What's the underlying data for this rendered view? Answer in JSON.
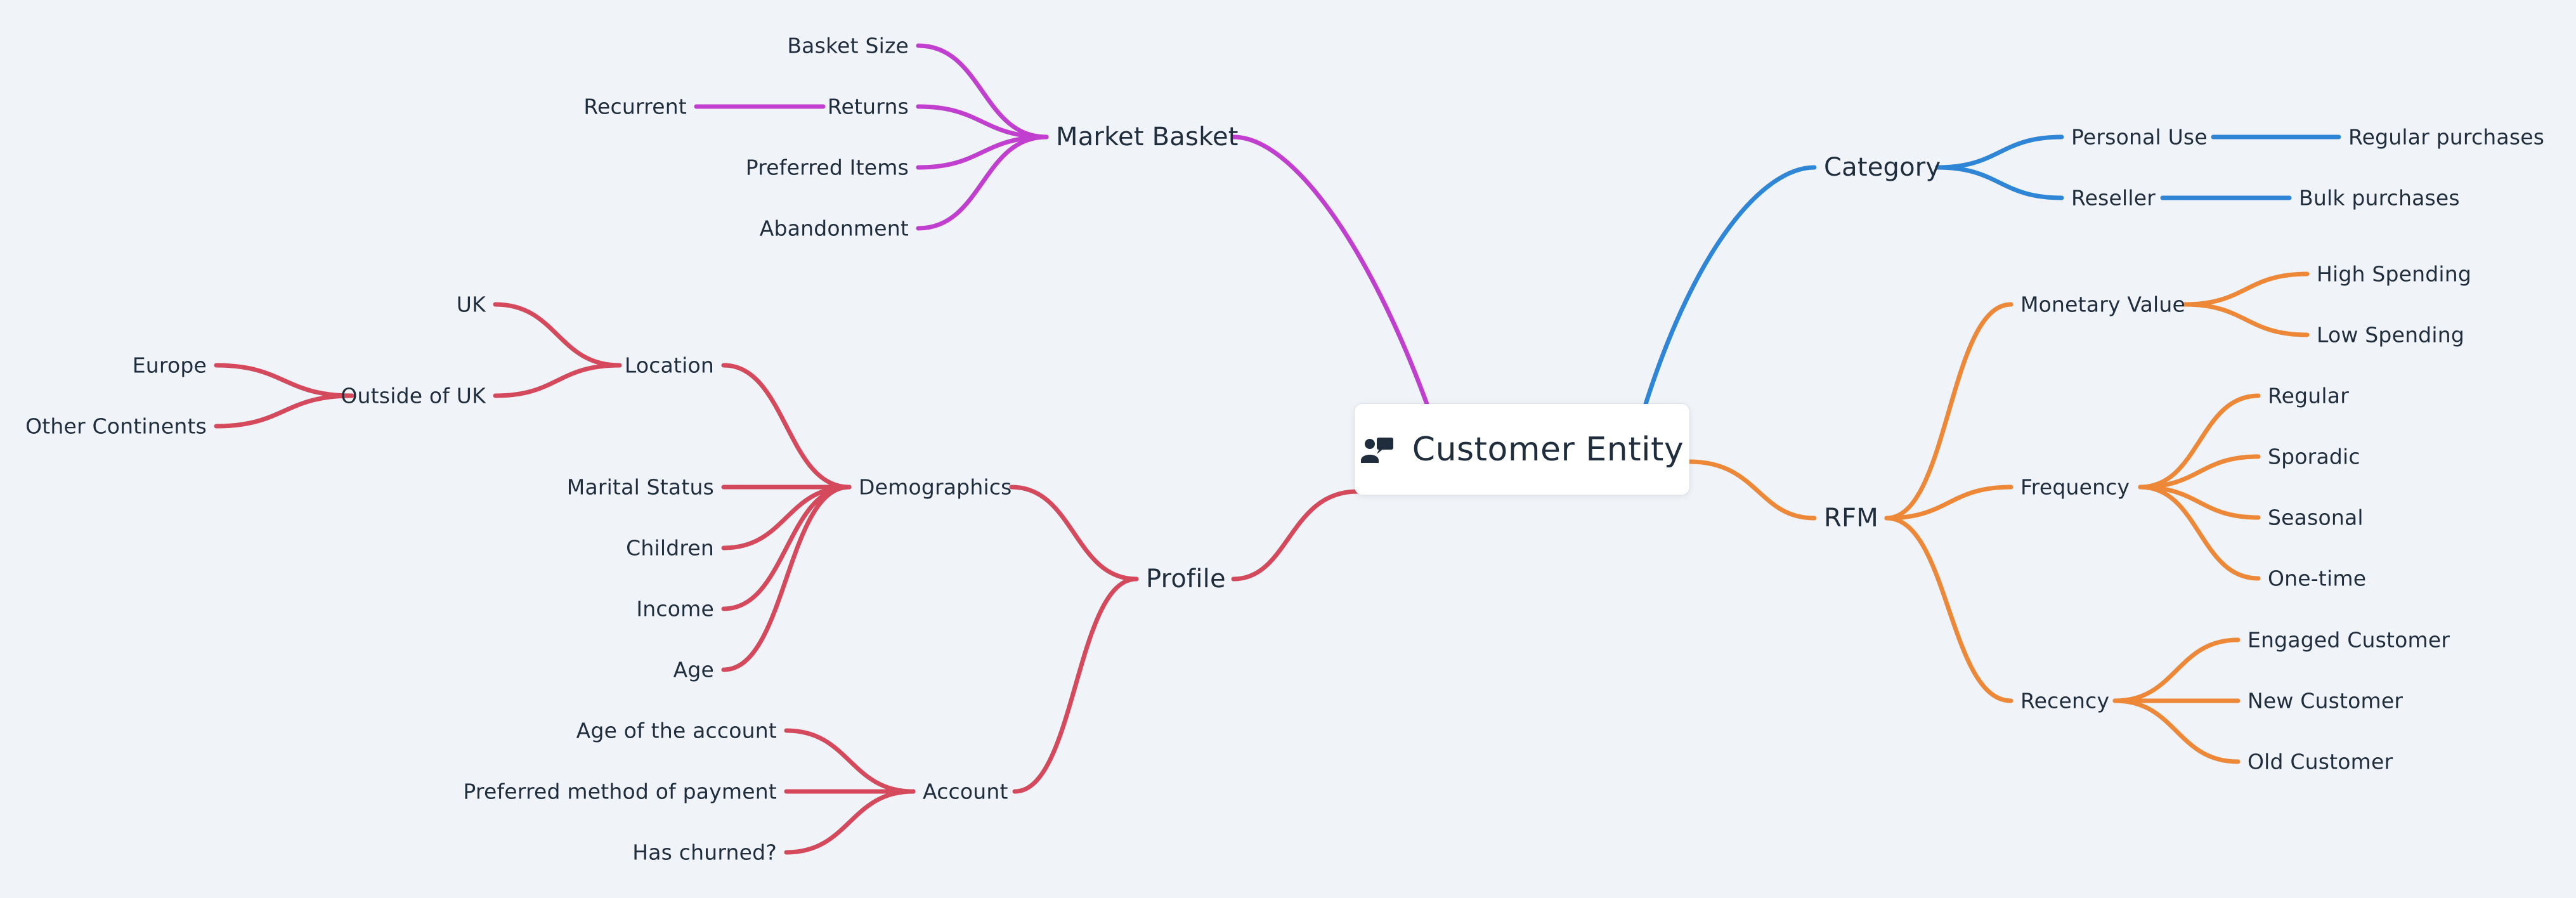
{
  "root": {
    "title": "Customer Entity",
    "icon": "customer-user-icon"
  },
  "colors": {
    "market_basket": "#c03fcf",
    "profile": "#d44a5c",
    "category": "#2f86d6",
    "rfm": "#ec8838",
    "text": "#1f2d3d",
    "background": "#f0f3f7"
  },
  "nodes": {
    "market_basket": "Market Basket",
    "basket_size": "Basket Size",
    "returns": "Returns",
    "recurrent": "Recurrent",
    "preferred_items": "Preferred Items",
    "abandonment": "Abandonment",
    "profile": "Profile",
    "demographics": "Demographics",
    "location": "Location",
    "uk": "UK",
    "outside_uk": "Outside of UK",
    "europe": "Europe",
    "other_continents": "Other Continents",
    "marital_status": "Marital Status",
    "children": "Children",
    "income": "Income",
    "age": "Age",
    "account": "Account",
    "age_of_account": "Age of the account",
    "preferred_payment": "Preferred method of payment",
    "has_churned": "Has churned?",
    "category": "Category",
    "personal_use": "Personal Use",
    "regular_purchases": "Regular purchases",
    "reseller": "Reseller",
    "bulk_purchases": "Bulk purchases",
    "rfm": "RFM",
    "monetary_value": "Monetary Value",
    "high_spending": "High Spending",
    "low_spending": "Low Spending",
    "frequency": "Frequency",
    "regular": "Regular",
    "sporadic": "Sporadic",
    "seasonal": "Seasonal",
    "one_time": "One-time",
    "recency": "Recency",
    "engaged_customer": "Engaged Customer",
    "new_customer": "New Customer",
    "old_customer": "Old Customer"
  },
  "edges": [
    [
      "root",
      "market_basket",
      "market_basket"
    ],
    [
      "market_basket",
      "basket_size",
      "market_basket"
    ],
    [
      "market_basket",
      "returns",
      "market_basket"
    ],
    [
      "market_basket",
      "preferred_items",
      "market_basket"
    ],
    [
      "market_basket",
      "abandonment",
      "market_basket"
    ],
    [
      "returns",
      "recurrent",
      "market_basket"
    ],
    [
      "root",
      "profile",
      "profile"
    ],
    [
      "profile",
      "demographics",
      "profile"
    ],
    [
      "profile",
      "account",
      "profile"
    ],
    [
      "demographics",
      "location",
      "profile"
    ],
    [
      "demographics",
      "marital_status",
      "profile"
    ],
    [
      "demographics",
      "children",
      "profile"
    ],
    [
      "demographics",
      "income",
      "profile"
    ],
    [
      "demographics",
      "age",
      "profile"
    ],
    [
      "location",
      "uk",
      "profile"
    ],
    [
      "location",
      "outside_uk",
      "profile"
    ],
    [
      "outside_uk",
      "europe",
      "profile"
    ],
    [
      "outside_uk",
      "other_continents",
      "profile"
    ],
    [
      "account",
      "age_of_account",
      "profile"
    ],
    [
      "account",
      "preferred_payment",
      "profile"
    ],
    [
      "account",
      "has_churned",
      "profile"
    ],
    [
      "root",
      "category",
      "category"
    ],
    [
      "category",
      "personal_use",
      "category"
    ],
    [
      "category",
      "reseller",
      "category"
    ],
    [
      "personal_use",
      "regular_purchases",
      "category"
    ],
    [
      "reseller",
      "bulk_purchases",
      "category"
    ],
    [
      "root",
      "rfm",
      "rfm"
    ],
    [
      "rfm",
      "monetary_value",
      "rfm"
    ],
    [
      "rfm",
      "frequency",
      "rfm"
    ],
    [
      "rfm",
      "recency",
      "rfm"
    ],
    [
      "monetary_value",
      "high_spending",
      "rfm"
    ],
    [
      "monetary_value",
      "low_spending",
      "rfm"
    ],
    [
      "frequency",
      "regular",
      "rfm"
    ],
    [
      "frequency",
      "sporadic",
      "rfm"
    ],
    [
      "frequency",
      "seasonal",
      "rfm"
    ],
    [
      "frequency",
      "one_time",
      "rfm"
    ],
    [
      "recency",
      "engaged_customer",
      "rfm"
    ],
    [
      "recency",
      "new_customer",
      "rfm"
    ],
    [
      "recency",
      "old_customer",
      "rfm"
    ]
  ]
}
